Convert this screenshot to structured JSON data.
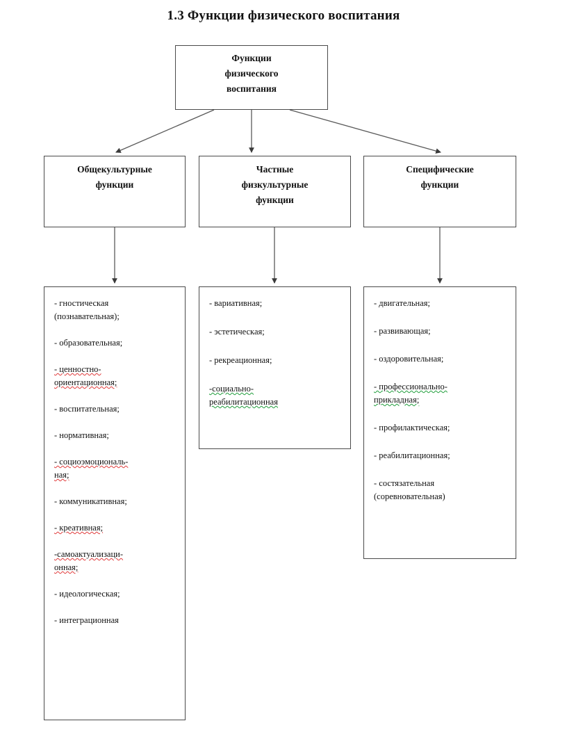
{
  "title": "1.3 Функции физического воспитания",
  "root": {
    "label": "Функции\nфизического\nвоспитания"
  },
  "categories": [
    {
      "label": "Общекультурные\nфункции"
    },
    {
      "label": "Частные\nфизкультурные\nфункции"
    },
    {
      "label": "Специфические\nфункции"
    }
  ],
  "lists": [
    {
      "items": [
        {
          "text": "-  гностическая\n(познавательная);",
          "spell": "none"
        },
        {
          "text": "-  образовательная;",
          "spell": "none"
        },
        {
          "text": "-  ценностно-\nориентационная;",
          "spell": "red"
        },
        {
          "text": "-  воспитательная;",
          "spell": "none"
        },
        {
          "text": "-  нормативная;",
          "spell": "none"
        },
        {
          "text": "-  социоэмоциональ-\nная;",
          "spell": "red"
        },
        {
          "text": "-  коммуникативная;",
          "spell": "none"
        },
        {
          "text": "-  креативная;",
          "spell": "red"
        },
        {
          "text": "-самоактуализаци-\nонная;",
          "spell": "red"
        },
        {
          "text": "-  идеологическая;",
          "spell": "none"
        },
        {
          "text": "-  интеграционная",
          "spell": "none"
        }
      ]
    },
    {
      "items": [
        {
          "text": "-  вариативная;",
          "spell": "none"
        },
        {
          "text": "-  эстетическая;",
          "spell": "none"
        },
        {
          "text": "-  рекреационная;",
          "spell": "none"
        },
        {
          "text": "-социально-\nреабилитационная",
          "spell": "green"
        }
      ]
    },
    {
      "items": [
        {
          "text": "-  двигательная;",
          "spell": "none"
        },
        {
          "text": "-  развивающая;",
          "spell": "none"
        },
        {
          "text": "-  оздоровительная;",
          "spell": "none"
        },
        {
          "text": "-  профессионально-\nприкладная;",
          "spell": "green"
        },
        {
          "text": "-  профилактическая;",
          "spell": "none"
        },
        {
          "text": "-  реабилитационная;",
          "spell": "none"
        },
        {
          "text": "-  состязательная\n(соревновательная)",
          "spell": "none"
        }
      ]
    }
  ],
  "colors": {
    "box_border": "#4a4a4a",
    "text": "#111111",
    "spell_red": "#e03a3a",
    "spell_green": "#1f9d3b",
    "background": "#ffffff"
  }
}
